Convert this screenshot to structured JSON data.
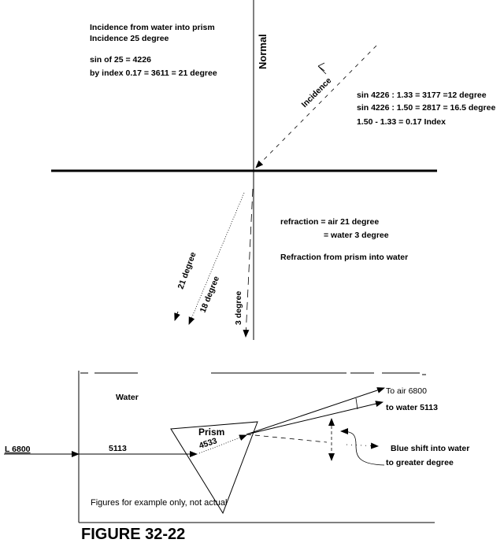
{
  "top_left_notes": [
    "Incidence from water into prism",
    "Incidence 25 degree",
    "sin of 25 = 4226",
    "by index 0.17 = 3611 = 21 degree"
  ],
  "normal_label": "Normal",
  "incidence_label": "Incidence",
  "right_notes": [
    "sin 4226 : 1.33 = 3177 =12 degree",
    "sin 4226 : 1.50 = 2817 = 16.5 degree",
    "1.50 - 1.33 = 0.17 Index"
  ],
  "refraction_notes": [
    "refraction = air 21 degree",
    "= water 3 degree",
    "Refraction from prism into water"
  ],
  "ray_labels": {
    "deg21": "21 degree",
    "deg18": "18 degree",
    "deg3": "3 degree"
  },
  "bottom": {
    "water": "Water",
    "prism": "Prism",
    "light_in": "L 6800",
    "in_water": "5113",
    "in_prism": "4533",
    "to_air": "To air  6800",
    "to_water": "to water 5113",
    "blue_shift": "Blue shift into water",
    "greater_degree": "to greater degree",
    "footnote": "Figures for example only,  not actual"
  },
  "figure_title": "FIGURE  32-22"
}
